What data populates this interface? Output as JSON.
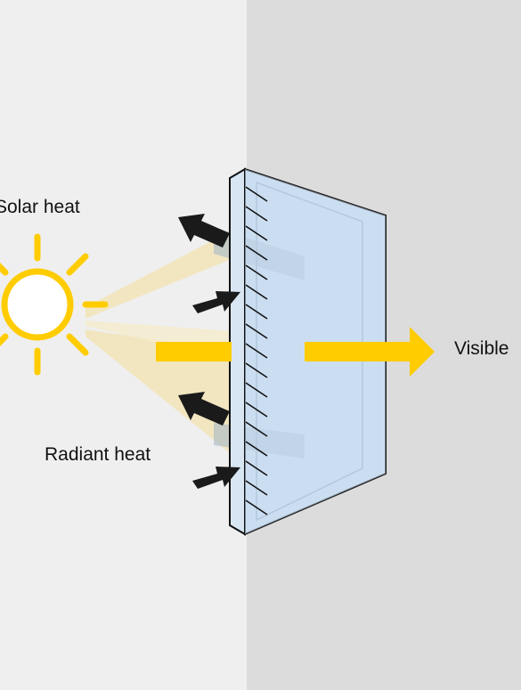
{
  "labels": {
    "solar_heat": "Solar heat",
    "radiant_heat": "Radiant heat",
    "visible": "Visible"
  },
  "colors": {
    "background_left": "#efefef",
    "background_right": "#dcdcdc",
    "sun": "#ffcc00",
    "beam": "#f3e3b0",
    "glass_fill": "#cfe2f5",
    "glass_edge": "#111111",
    "dark_arrow": "#1a1a1a"
  },
  "icons": [
    "sun-icon",
    "heat-arrow-icon",
    "visible-light-arrow-icon",
    "glass-pane-icon"
  ]
}
